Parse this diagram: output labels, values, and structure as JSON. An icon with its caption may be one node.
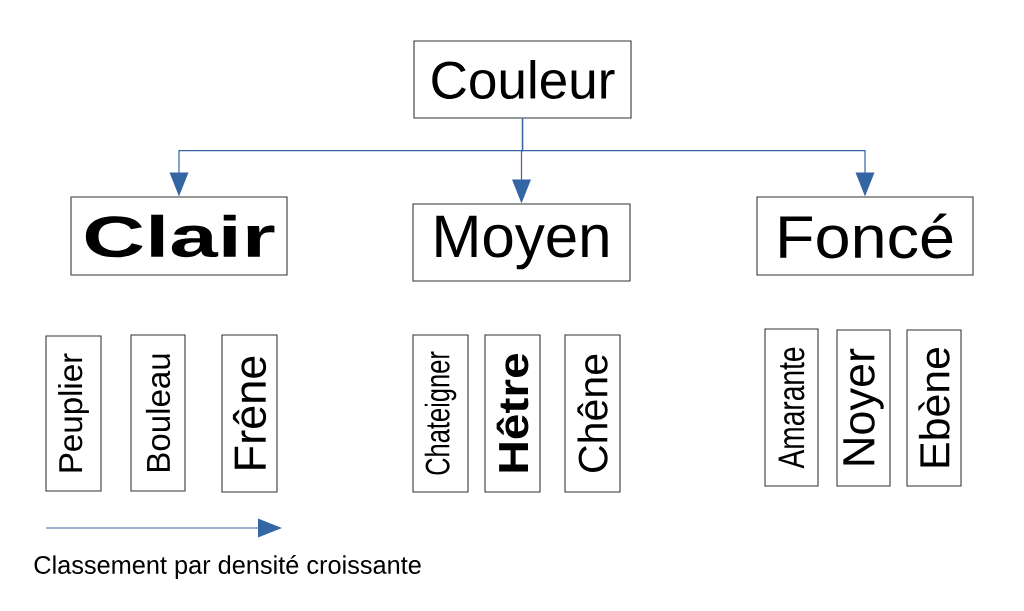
{
  "diagram": {
    "nodes": [
      {
        "text": [
          "Couleur"
        ]
      },
      {
        "text": [
          "Clair"
        ]
      },
      {
        "text": [
          "Moyen"
        ]
      },
      {
        "text": [
          "Foncé"
        ]
      },
      {
        "text": [
          "Peuplier"
        ]
      },
      {
        "text": [
          "Bouleau"
        ]
      },
      {
        "text": [
          "Frêne"
        ]
      },
      {
        "text": [
          "Chateigner"
        ]
      },
      {
        "text": [
          "Hêtre"
        ]
      },
      {
        "text": [
          "Chêne"
        ]
      },
      {
        "text": [
          "Amarante"
        ]
      },
      {
        "text": [
          "Noyer"
        ]
      },
      {
        "text": [
          "Ebène"
        ]
      }
    ],
    "edges": [
      {
        "from": 0,
        "to": 1,
        "arrow": "to"
      },
      {
        "from": 0,
        "to": 2,
        "arrow": "to"
      },
      {
        "from": 0,
        "to": 3,
        "arrow": "to"
      }
    ],
    "labels": [
      "Classement par densité croissante"
    ]
  }
}
